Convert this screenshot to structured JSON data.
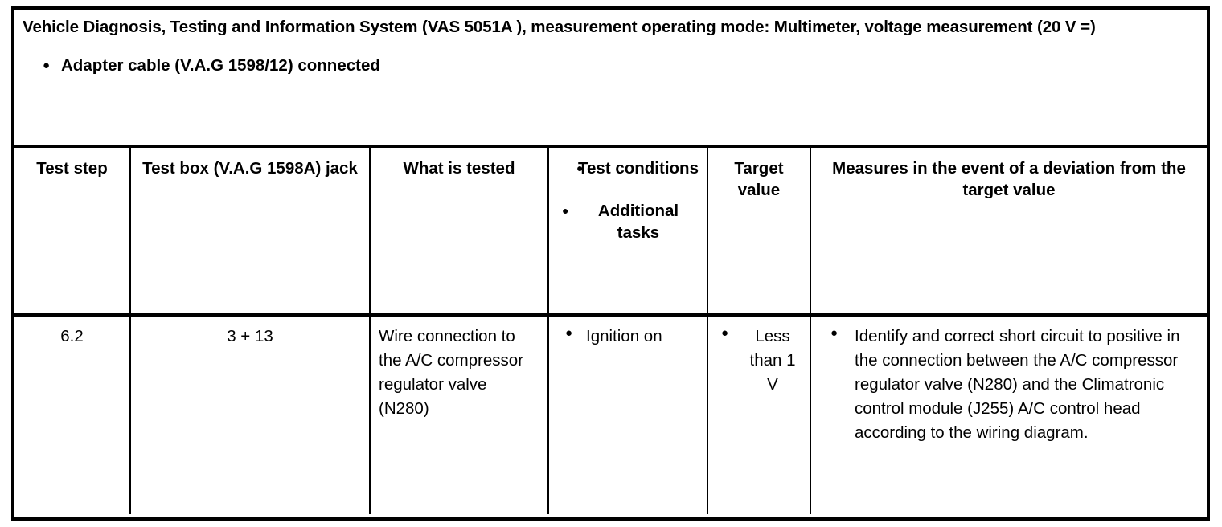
{
  "document": {
    "title_line_1": "Vehicle Diagnosis, Testing and Information System (VAS 5051A ), measurement operating mode: Multimeter, voltage",
    "title_line_2": "measurement (20 V =)",
    "bullet_glyph": "●",
    "preconditions": [
      "Adapter cable (V.A.G 1598/12) connected"
    ]
  },
  "table": {
    "headers": {
      "test_step": "Test step",
      "test_box": "Test box (V.A.G 1598A) jack",
      "what_is_tested": "What is tested",
      "conditions_items": [
        "Test conditions",
        "Additional tasks"
      ],
      "target_value": "Target value",
      "measures": "Measures in the event of a deviation from the target value"
    },
    "rows": [
      {
        "test_step": "6.2",
        "test_box": "3 + 13",
        "what_is_tested": "Wire connection to the A/C compressor regulator valve (N280)",
        "test_conditions": [
          "Ignition on"
        ],
        "target_value": [
          "Less than 1 V"
        ],
        "measures": [
          "Identify and correct short circuit to positive in the connection between the A/C compressor regulator valve (N280) and the Climatronic control module (J255) A/C control head according to the wiring diagram."
        ]
      }
    ]
  },
  "colors": {
    "border": "#000000",
    "text": "#000000",
    "background": "#ffffff"
  }
}
